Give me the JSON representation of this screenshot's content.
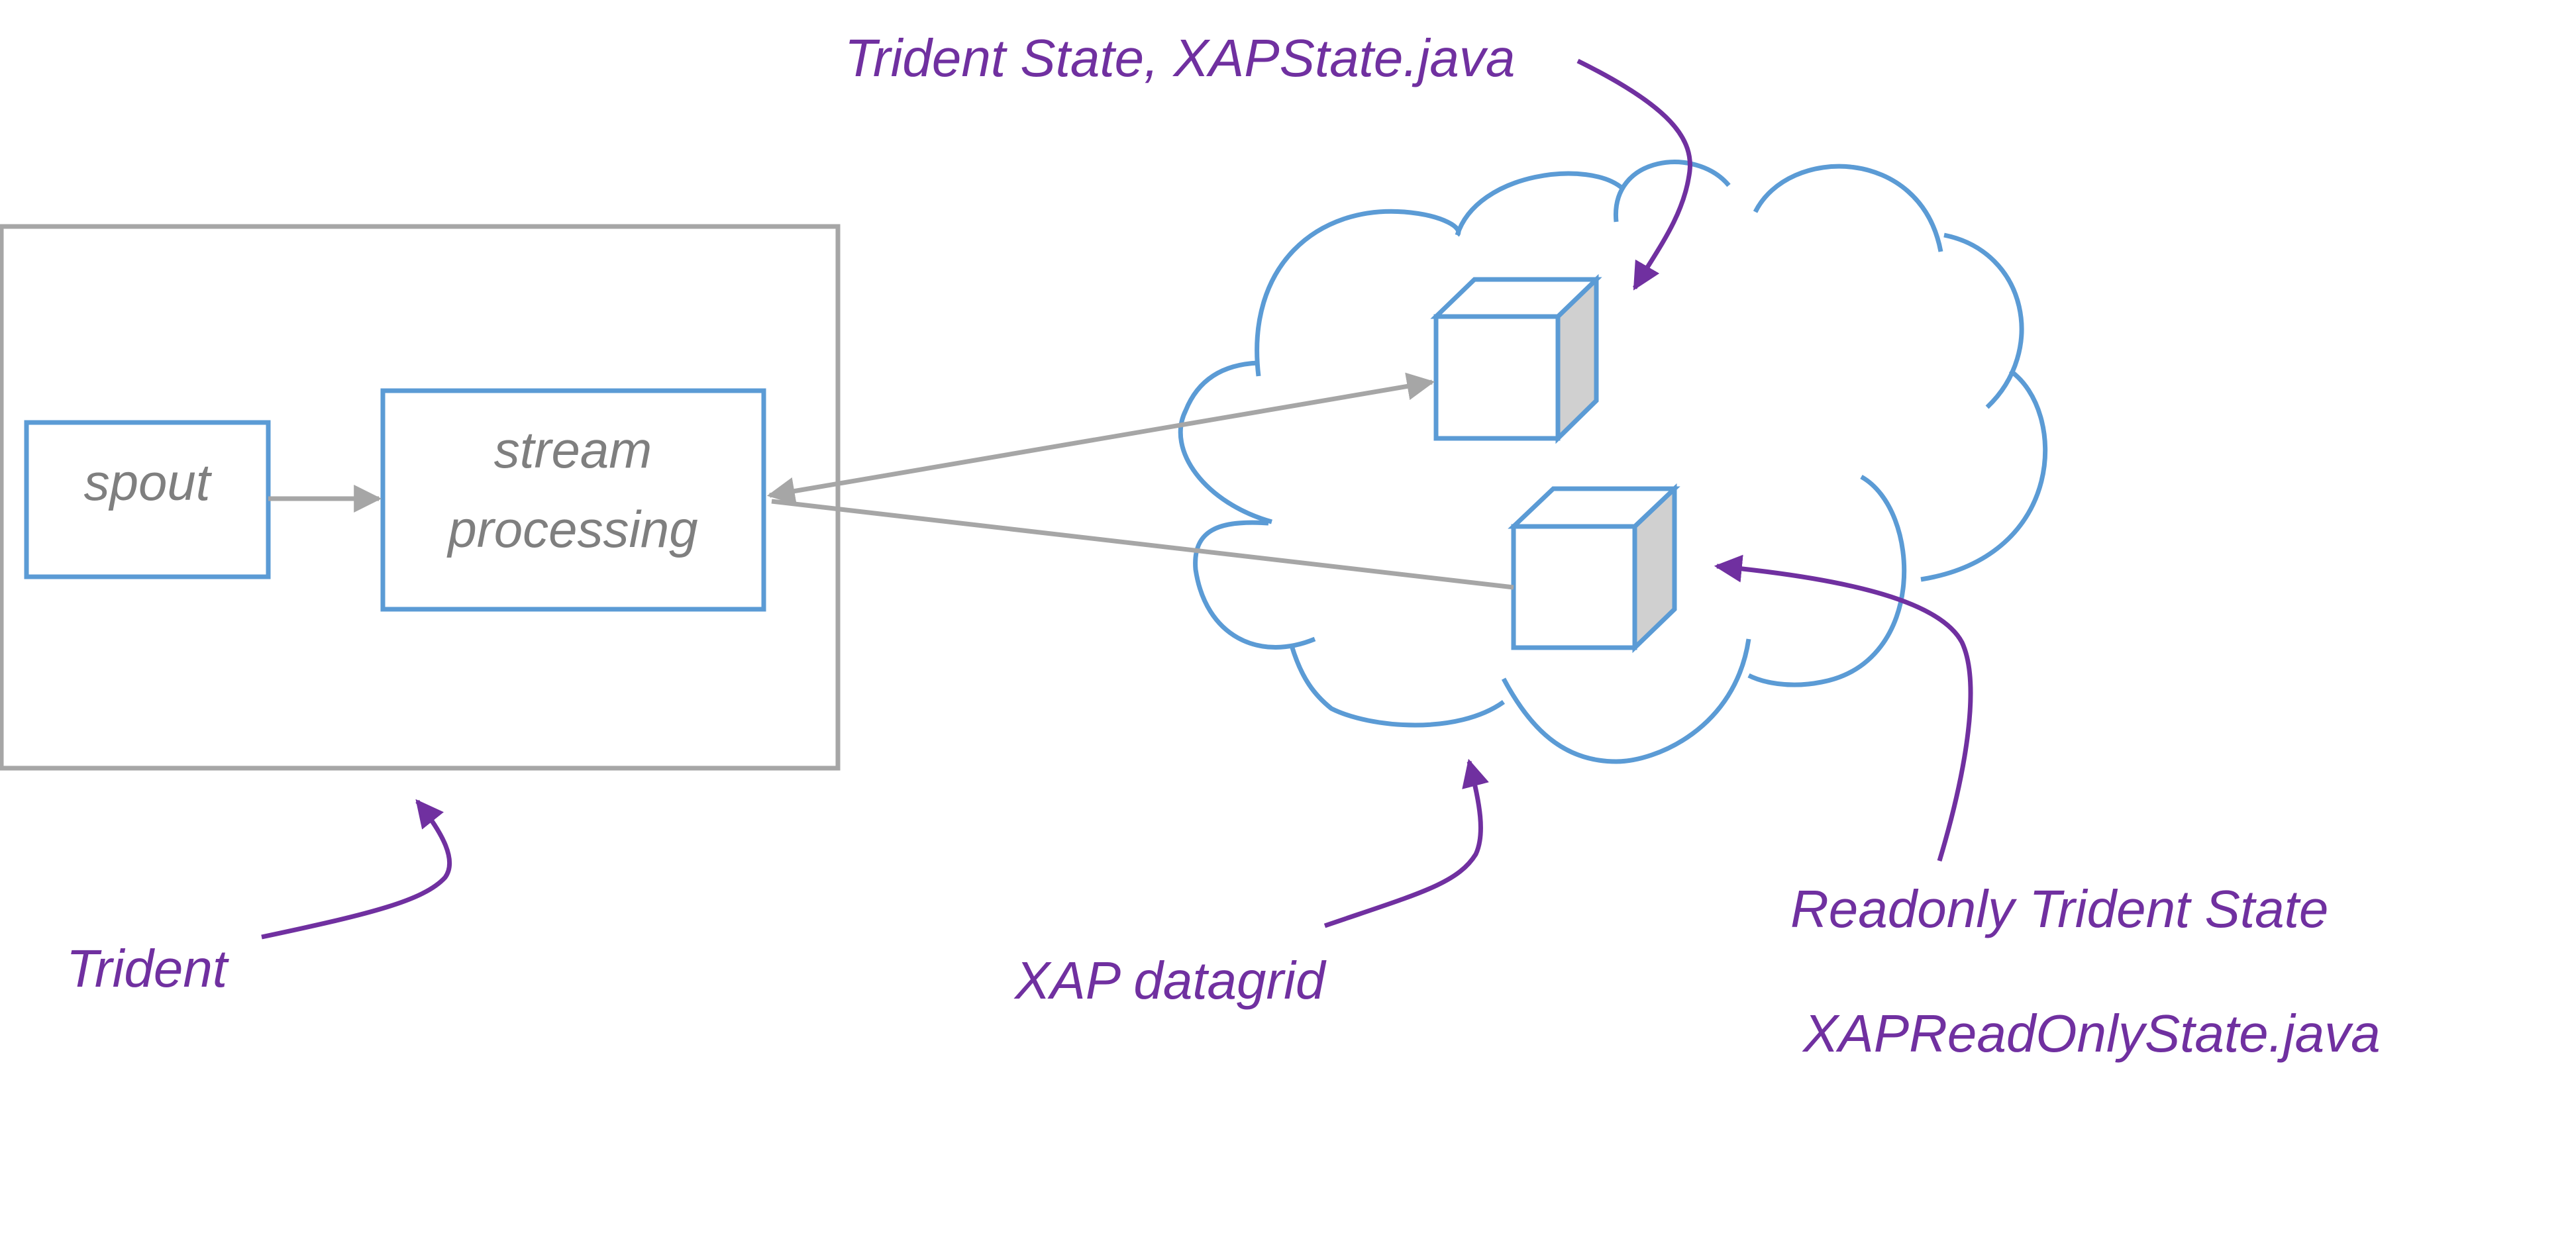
{
  "colors": {
    "box_outline": "#5b9bd5",
    "frame_outline": "#a6a6a6",
    "connector": "#a6a6a6",
    "annotation": "#7030a0",
    "box_text": "#7f7f7f",
    "cube_shade": "#d0d0d0"
  },
  "boxes": {
    "spout": "spout",
    "stream_line1": "stream",
    "stream_line2": "processing"
  },
  "annotations": {
    "trident": "Trident",
    "trident_state": "Trident State, XAPState.java",
    "xap_datagrid": "XAP datagrid",
    "readonly_state": "Readonly Trident State",
    "readonly_state_file": "XAPReadOnlyState.java"
  },
  "icons": {
    "cloud": "cloud-icon",
    "state_cube": "cube-icon",
    "readonly_cube": "cube-icon"
  }
}
